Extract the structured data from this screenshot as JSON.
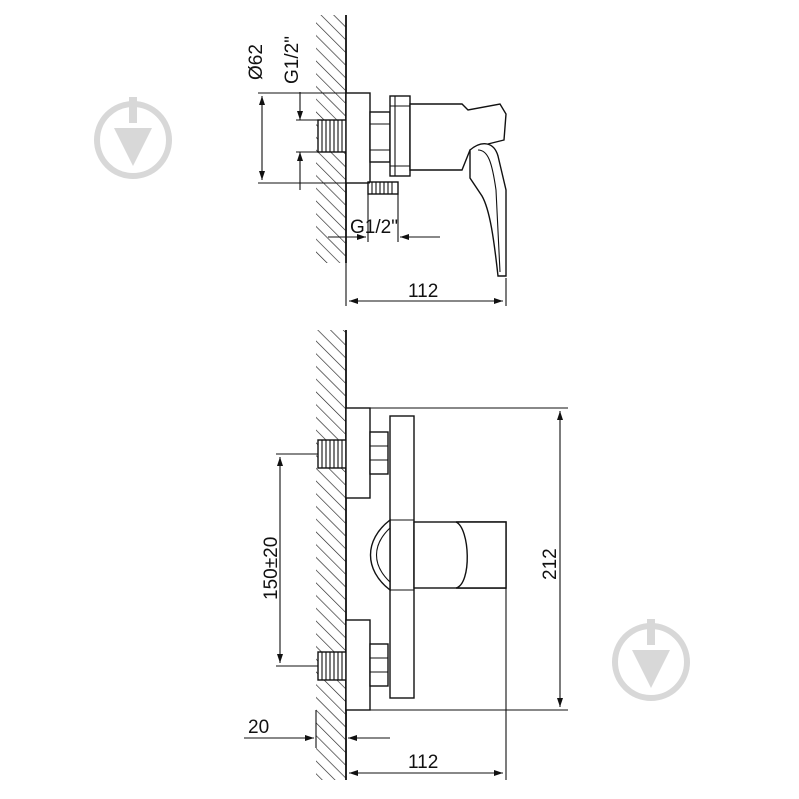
{
  "side_view": {
    "dim_diameter": "Ø62",
    "dim_thread_top": "G1/2\"",
    "dim_thread_bottom": "G1/2\"",
    "dim_width": "112"
  },
  "front_view": {
    "dim_spacing": "150±20",
    "dim_height": "212",
    "dim_depth": "20",
    "dim_width": "112"
  },
  "colors": {
    "line": "#111111",
    "watermark": "#d8d8d8"
  }
}
